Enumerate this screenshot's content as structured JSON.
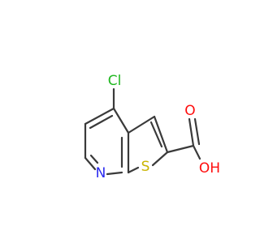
{
  "molecule": {
    "atoms": [
      {
        "id": "cl",
        "label": "Cl",
        "color": "#1fb71f"
      },
      {
        "id": "n",
        "label": "N",
        "color": "#2b2bf0"
      },
      {
        "id": "s",
        "label": "S",
        "color": "#c9b400"
      },
      {
        "id": "o",
        "label": "O",
        "color": "#ff0d0d"
      },
      {
        "id": "oh",
        "label": "OH",
        "color": "#ff0d0d"
      }
    ],
    "bond_color": "#3a3a3a"
  }
}
